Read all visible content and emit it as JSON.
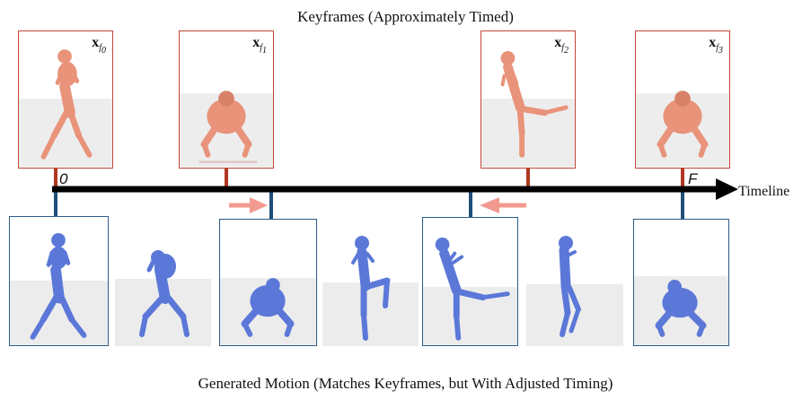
{
  "top_title": "Keyframes (Approximately Timed)",
  "bottom_title": "Generated Motion (Matches Keyframes, but With Adjusted Timing)",
  "timeline": {
    "label": "Timeline",
    "start_label": "0",
    "end_label": "F"
  },
  "keyframes": [
    {
      "label_main": "x",
      "label_sub": "f",
      "label_subsub": "0",
      "pose": "fighting-stance"
    },
    {
      "label_main": "x",
      "label_sub": "f",
      "label_subsub": "1",
      "pose": "deep-crouch"
    },
    {
      "label_main": "x",
      "label_sub": "f",
      "label_subsub": "2",
      "pose": "side-kick"
    },
    {
      "label_main": "x",
      "label_sub": "f",
      "label_subsub": "3",
      "pose": "deep-crouch"
    }
  ],
  "generated_frames": [
    {
      "pose": "fighting-stance",
      "boxed": true
    },
    {
      "pose": "crouch-transition",
      "boxed": false
    },
    {
      "pose": "deep-crouch",
      "boxed": true
    },
    {
      "pose": "knee-raise",
      "boxed": false
    },
    {
      "pose": "side-kick",
      "boxed": true
    },
    {
      "pose": "knee-raise-recover",
      "boxed": false
    },
    {
      "pose": "deep-crouch",
      "boxed": true
    }
  ],
  "colors": {
    "keyframe": "#c0483a",
    "generated": "#2d5b86",
    "arrow": "#f29a8f",
    "keyframe_figure": "#e8937a",
    "generated_figure": "#5b78d8"
  }
}
